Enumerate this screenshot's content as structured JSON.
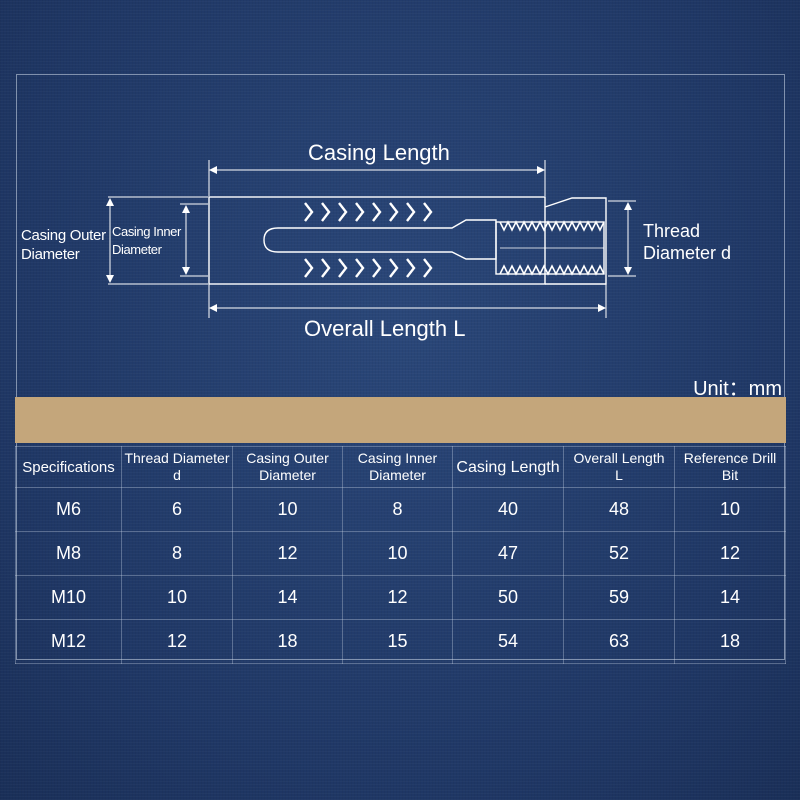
{
  "diagram": {
    "casing_length_label": "Casing Length",
    "overall_length_label": "Overall Length L",
    "casing_outer_label": [
      "Casing Outer",
      "Diameter"
    ],
    "casing_inner_label": [
      "Casing Inner",
      "Diameter"
    ],
    "thread_label": [
      "Thread",
      "Diameter d"
    ]
  },
  "unit_label": "Unit：mm",
  "table": {
    "headers": [
      "Specifications",
      "Thread Diameter d",
      "Casing Outer Diameter",
      "Casing Inner Diameter",
      "Casing Length",
      "Overall Length L",
      "Reference Drill Bit"
    ],
    "header_lines": [
      [
        "Specifications"
      ],
      [
        "Thread Diameter",
        "d"
      ],
      [
        "Casing Outer",
        "Diameter"
      ],
      [
        "Casing Inner",
        "Diameter"
      ],
      [
        "Casing Length"
      ],
      [
        "Overall Length",
        "L"
      ],
      [
        "Reference Drill",
        "Bit"
      ]
    ],
    "rows": [
      [
        "M6",
        "6",
        "10",
        "8",
        "40",
        "48",
        "10"
      ],
      [
        "M8",
        "8",
        "12",
        "10",
        "47",
        "52",
        "12"
      ],
      [
        "M10",
        "10",
        "14",
        "12",
        "50",
        "59",
        "14"
      ],
      [
        "M12",
        "12",
        "18",
        "15",
        "54",
        "63",
        "18"
      ]
    ]
  },
  "colors": {
    "background": "#233d6b",
    "band": "#c4a67b",
    "line": "#ffffff"
  }
}
